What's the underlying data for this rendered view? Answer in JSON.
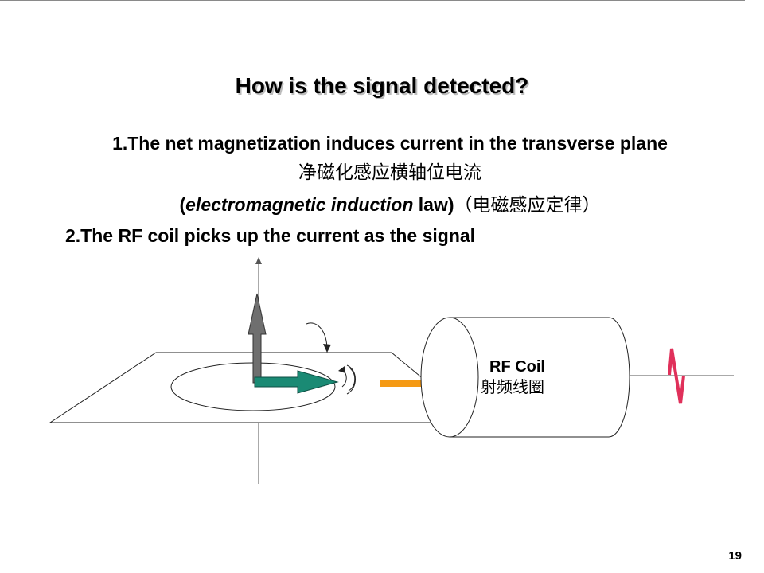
{
  "slide": {
    "title": "How is the signal detected?",
    "point1": {
      "text": "1.The net magnetization induces current in the transverse plane",
      "chinese": "净磁化感应横轴位电流",
      "law_open": "(",
      "law_italic": "electromagnetic induction",
      "law_rest": " law)",
      "law_chinese": "（电磁感应定律）"
    },
    "point2": {
      "text": "2.The RF coil picks up the current as the signal"
    },
    "coil": {
      "label": "RF Coil",
      "label_chinese": "射频线圈"
    },
    "page_number": "19"
  },
  "colors": {
    "vector_gray": "#6f6f6f",
    "vector_teal": "#1a8a74",
    "arrow_orange": "#f59a14",
    "signal_pink": "#e0305a"
  }
}
